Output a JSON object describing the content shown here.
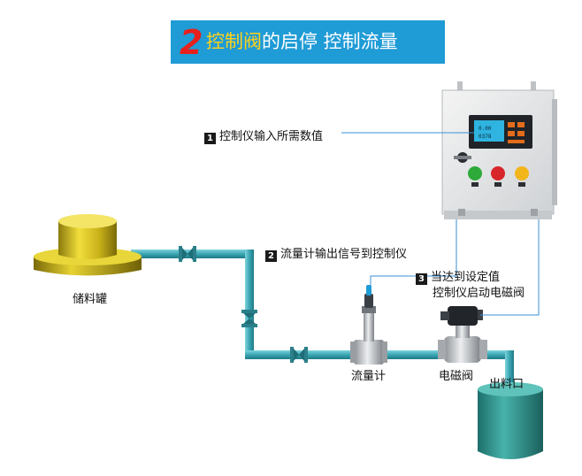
{
  "banner": {
    "number": "2",
    "highlight": "控制阀",
    "rest": "的启停  控制流量"
  },
  "steps": [
    {
      "num": "1",
      "text": "控制仪输入所需数值"
    },
    {
      "num": "2",
      "text": "流量计输出信号到控制仪"
    },
    {
      "num": "3",
      "text": "当达到设定值",
      "text2": "控制仪启动电磁阀"
    }
  ],
  "components": {
    "tank": "储料罐",
    "flowmeter": "流量计",
    "valve": "电磁阀",
    "outlet": "出料口"
  },
  "controller_display": {
    "line1": "0.00",
    "line2": "0378"
  },
  "colors": {
    "banner_bg": "#1f9bd6",
    "banner_num": "#e8201c",
    "banner_highlight": "#ffd21a",
    "pipe": "#3aa7b3",
    "tank_gold": "#d9c21a",
    "outlet_tank": "#2f8f8a",
    "signal_line": "#3b8fd6",
    "button_green": "#2eaa3a",
    "button_red": "#d8252a",
    "button_yellow": "#f2b51a"
  }
}
